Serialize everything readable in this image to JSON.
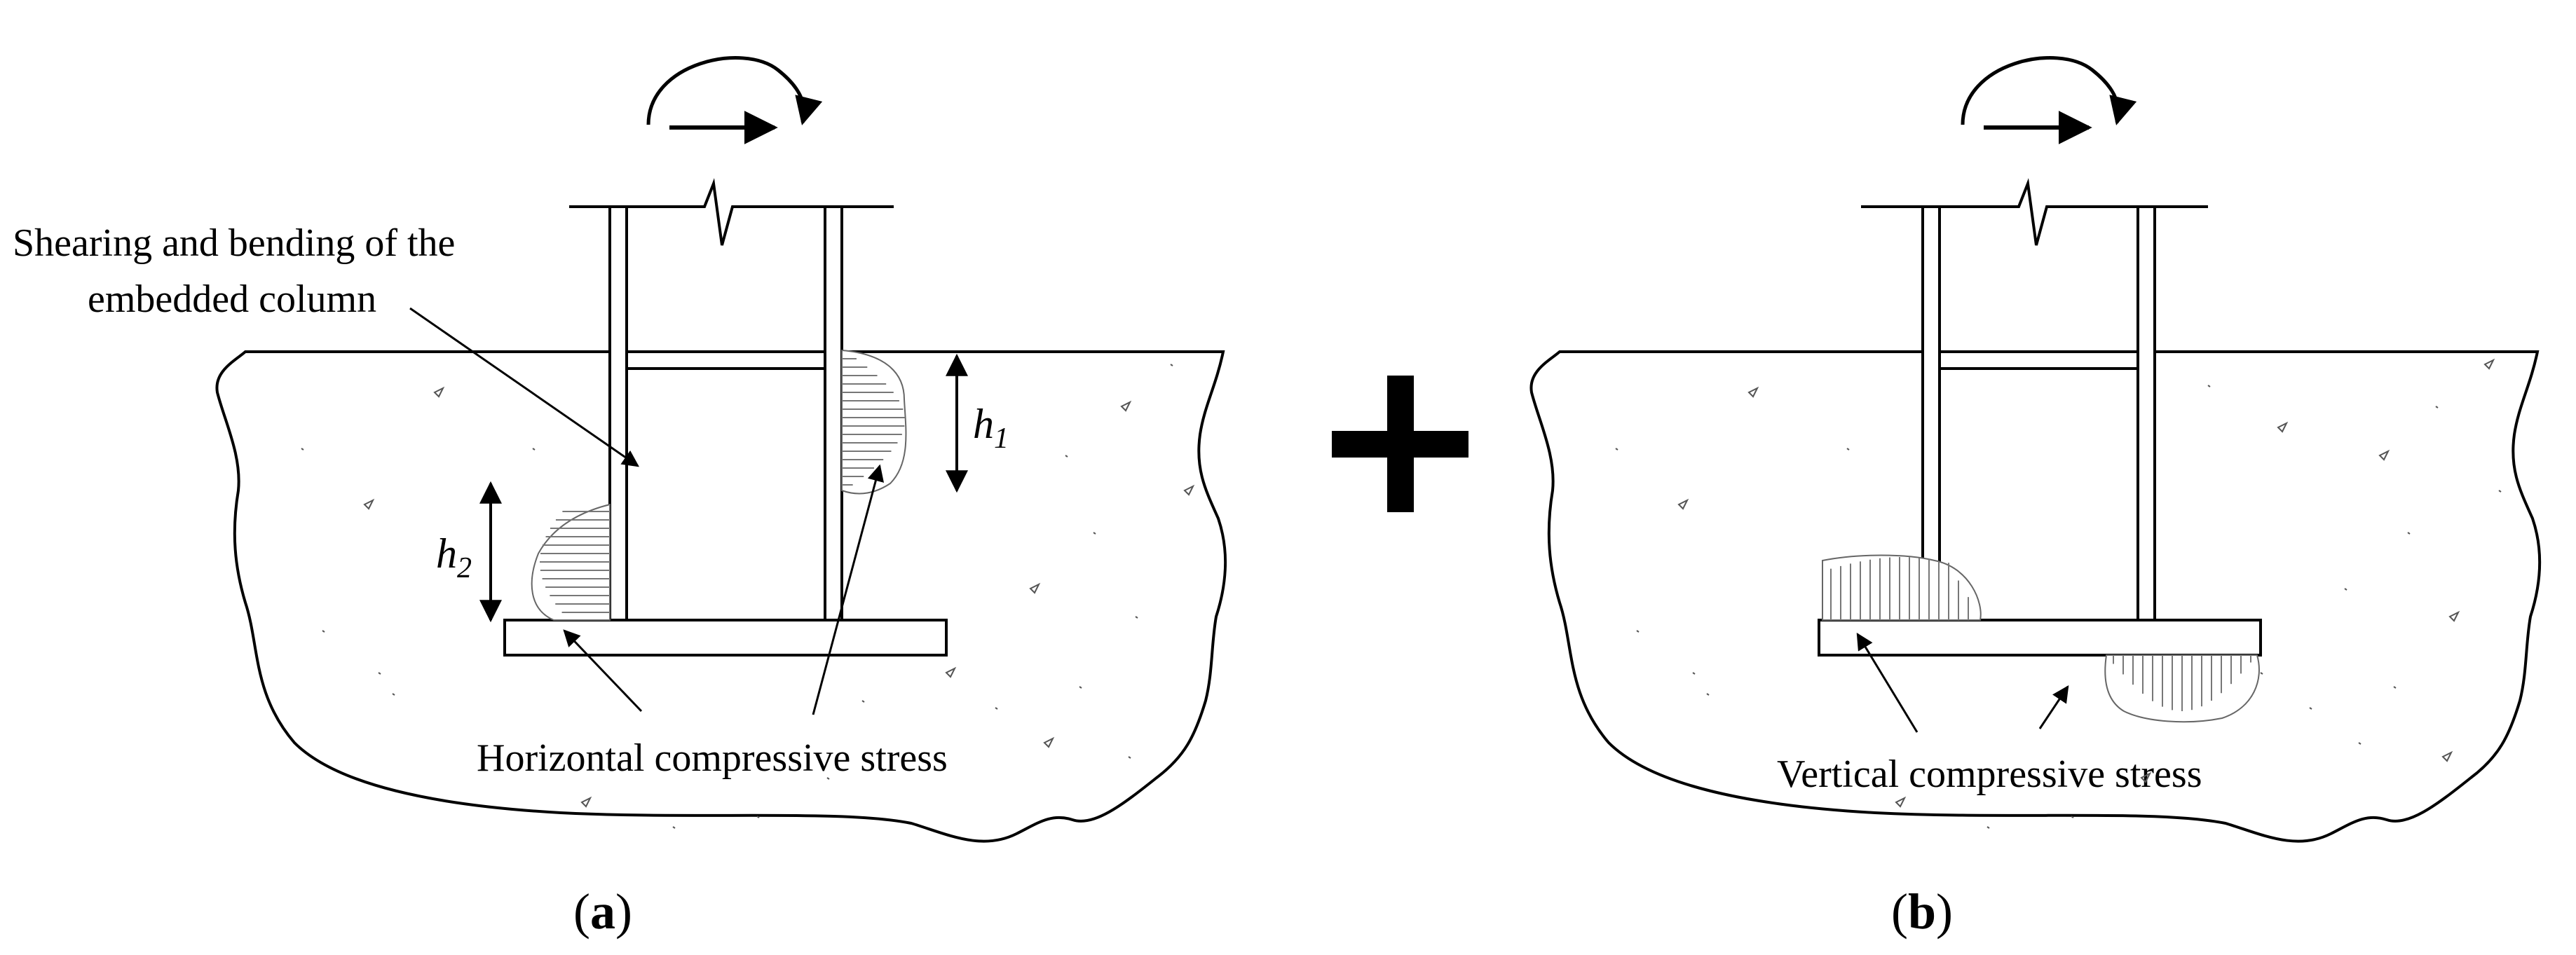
{
  "panel_a": {
    "caption_open": "(",
    "caption_letter": "a",
    "caption_close": ")",
    "label_column_line1": "Shearing and bending of the",
    "label_column_line2": "embedded column",
    "label_stress": "Horizontal compressive stress",
    "h1_var": "h",
    "h1_sub": "1",
    "h2_var": "h",
    "h2_sub": "2"
  },
  "panel_b": {
    "caption_open": "(",
    "caption_letter": "b",
    "caption_close": ")",
    "label_stress": "Vertical compressive stress"
  },
  "plus_symbol": "plus-sign",
  "colors": {
    "ink": "#000000",
    "hatch": "#555555",
    "fill": "#ffffff"
  }
}
